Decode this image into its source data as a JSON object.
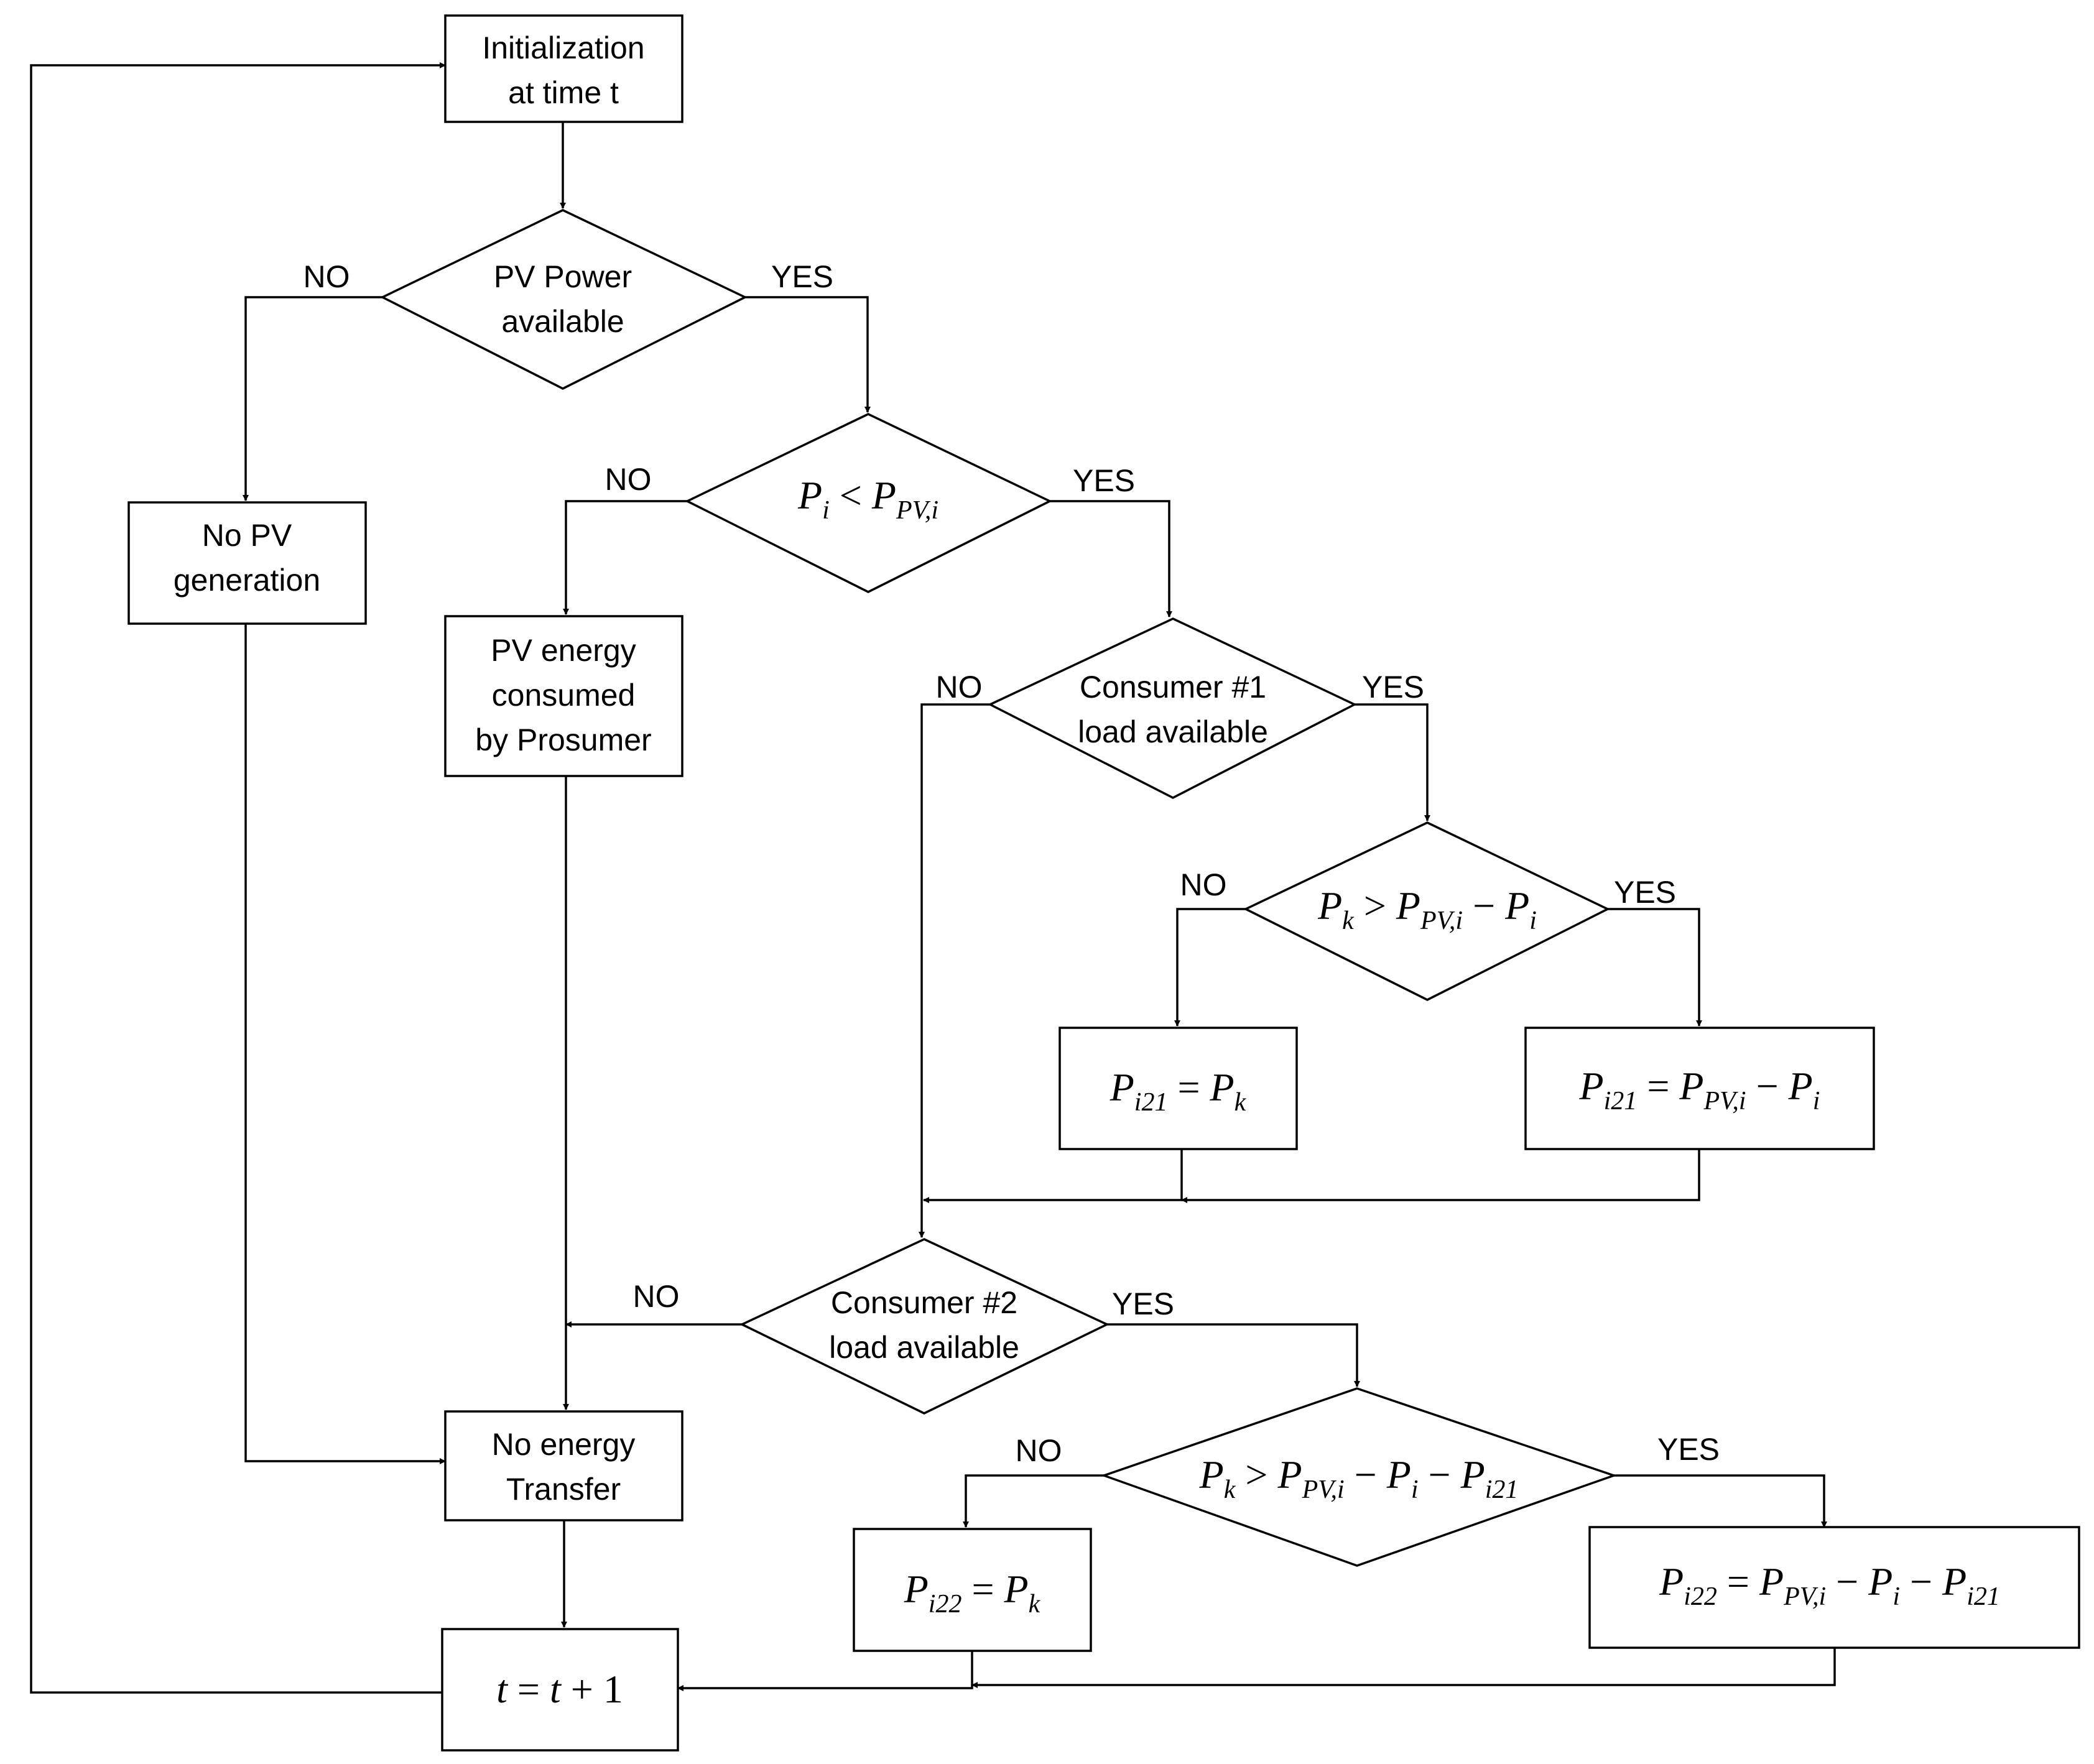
{
  "nodes": {
    "init": [
      "Initialization",
      "at time t"
    ],
    "pv_power": [
      "PV Power",
      "available"
    ],
    "no_pv": [
      "No PV",
      "generation"
    ],
    "pv_consumed": [
      "PV energy",
      "consumed",
      "by Prosumer"
    ],
    "consumer1": [
      "Consumer #1",
      "load available"
    ],
    "consumer2": [
      "Consumer #2",
      "load available"
    ],
    "no_transfer": [
      "No energy",
      "Transfer"
    ]
  },
  "math": {
    "pi_lt_ppv": {
      "a": "P",
      "a_sub": "i",
      "op": " < ",
      "b": "P",
      "b_sub": "PV,i"
    },
    "pk_gt_1": {
      "a": "P",
      "a_sub": "k",
      "op": " > ",
      "b": "P",
      "b_sub": "PV,i",
      "m": " − ",
      "c": "P",
      "c_sub": "i"
    },
    "pi21_eq_pk": {
      "a": "P",
      "a_sub": "i21",
      "op": " = ",
      "b": "P",
      "b_sub": "k"
    },
    "pi21_eq_diff": {
      "a": "P",
      "a_sub": "i21",
      "op": " = ",
      "b": "P",
      "b_sub": "PV,i",
      "m": " − ",
      "c": "P",
      "c_sub": "i"
    },
    "pk_gt_2": {
      "a": "P",
      "a_sub": "k",
      "op": " > ",
      "b": "P",
      "b_sub": "PV,i",
      "m": " − ",
      "c": "P",
      "c_sub": "i",
      "m2": " − ",
      "d": "P",
      "d_sub": "i21"
    },
    "pi22_eq_pk": {
      "a": "P",
      "a_sub": "i22",
      "op": " = ",
      "b": "P",
      "b_sub": "k"
    },
    "pi22_eq_diff": {
      "a": "P",
      "a_sub": "i22",
      "op": " = ",
      "b": "P",
      "b_sub": "PV,i",
      "m": " − ",
      "c": "P",
      "c_sub": "i",
      "m2": " − ",
      "d": "P",
      "d_sub": "i21"
    },
    "t_update": {
      "a": "t",
      "op": " = ",
      "b": "t",
      "m": " + ",
      "n": "1"
    }
  },
  "branches": {
    "yes": "YES",
    "no": "NO"
  }
}
